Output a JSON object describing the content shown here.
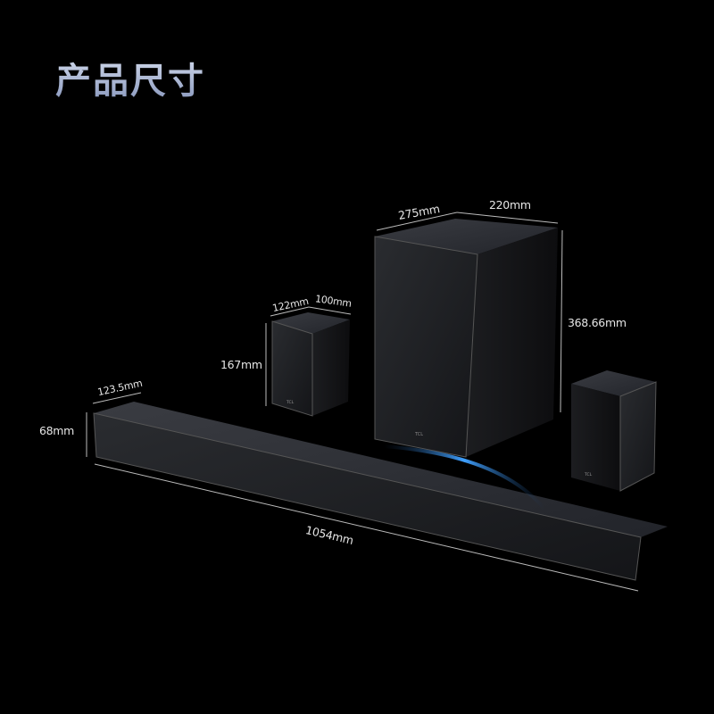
{
  "title": "产品尺寸",
  "brand": "TCL",
  "dimensions": {
    "subwoofer_depth": "275mm",
    "subwoofer_width": "220mm",
    "subwoofer_height": "368.66mm",
    "rear_depth": "122mm",
    "rear_width": "100mm",
    "rear_height": "167mm",
    "soundbar_depth": "123.5mm",
    "soundbar_height": "68mm",
    "soundbar_width": "1054mm"
  },
  "colors": {
    "background": "#000000",
    "accent_light": "#3fa0ff"
  }
}
